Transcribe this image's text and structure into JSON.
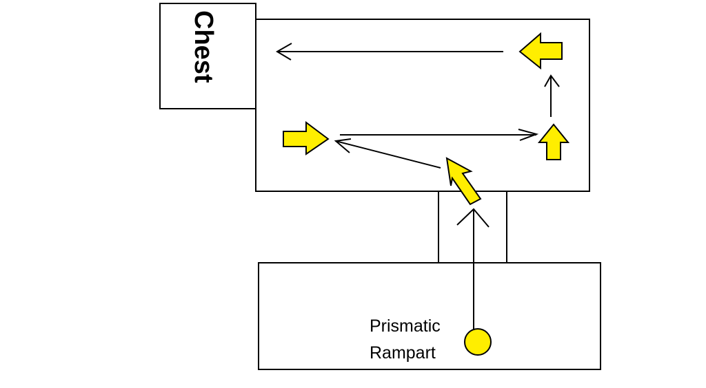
{
  "diagram": {
    "rooms": [
      {
        "id": "chest-room",
        "label": "Chest",
        "label_orientation": "vertical"
      },
      {
        "id": "main-room",
        "label": ""
      },
      {
        "id": "corridor",
        "label": ""
      },
      {
        "id": "start-room",
        "label": ""
      }
    ],
    "start_marker": {
      "label_line1": "Prismatic",
      "label_line2": "Rampart",
      "color": "#ffee00"
    },
    "path_arrows": [
      {
        "id": "start-to-corridor",
        "direction": "up"
      },
      {
        "id": "corridor-to-left",
        "direction": "up-left"
      },
      {
        "id": "left-to-right",
        "direction": "right"
      },
      {
        "id": "right-up",
        "direction": "up"
      },
      {
        "id": "top-to-chest",
        "direction": "left"
      }
    ],
    "yellow_arrows": [
      {
        "id": "diagonal",
        "direction": "up-left"
      },
      {
        "id": "left-mid",
        "direction": "right"
      },
      {
        "id": "right-mid",
        "direction": "up"
      },
      {
        "id": "top-right",
        "direction": "left"
      }
    ],
    "colors": {
      "accent": "#ffee00",
      "stroke": "#000000",
      "background": "#ffffff"
    }
  }
}
